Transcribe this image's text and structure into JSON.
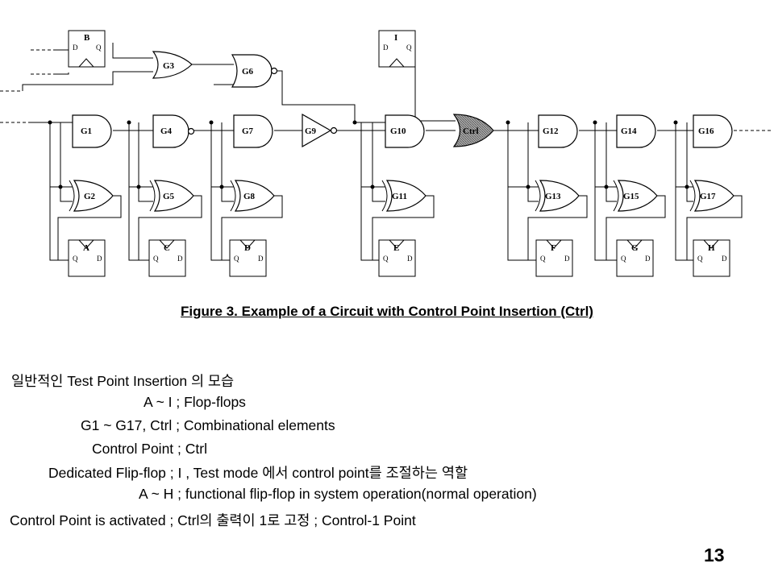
{
  "figure": {
    "caption": "Figure 3. Example of a Circuit with Control Point Insertion (Ctrl)",
    "flip_flops": [
      {
        "label": "A",
        "pin_q": "Q",
        "pin_d": "D"
      },
      {
        "label": "B",
        "pin_q": "Q",
        "pin_d": "D"
      },
      {
        "label": "C",
        "pin_q": "Q",
        "pin_d": "D"
      },
      {
        "label": "D",
        "pin_q": "Q",
        "pin_d": "D"
      },
      {
        "label": "E",
        "pin_q": "Q",
        "pin_d": "D"
      },
      {
        "label": "F",
        "pin_q": "Q",
        "pin_d": "D"
      },
      {
        "label": "G",
        "pin_q": "Q",
        "pin_d": "D"
      },
      {
        "label": "H",
        "pin_q": "Q",
        "pin_d": "D"
      },
      {
        "label": "I",
        "pin_q": "Q",
        "pin_d": "D"
      }
    ],
    "gates": [
      "G1",
      "G2",
      "G3",
      "G4",
      "G5",
      "G6",
      "G7",
      "G8",
      "G9",
      "G10",
      "G11",
      "G12",
      "G13",
      "G14",
      "G15",
      "G16",
      "G17",
      "Ctrl"
    ],
    "highlight_fill": "#888888"
  },
  "notes": [
    "일반적인 Test Point Insertion 의 모습",
    "A ~ I ; Flop-flops",
    "G1 ~ G17, Ctrl ; Combinational elements",
    "Control Point ; Ctrl",
    "Dedicated Flip-flop ; I , Test mode 에서 control point를 조절하는 역할",
    "A ~ H ; functional flip-flop in system operation(normal operation)",
    "Control Point is activated ; Ctrl의 출력이 1로 고정 ; Control-1 Point"
  ],
  "page_number": "13"
}
